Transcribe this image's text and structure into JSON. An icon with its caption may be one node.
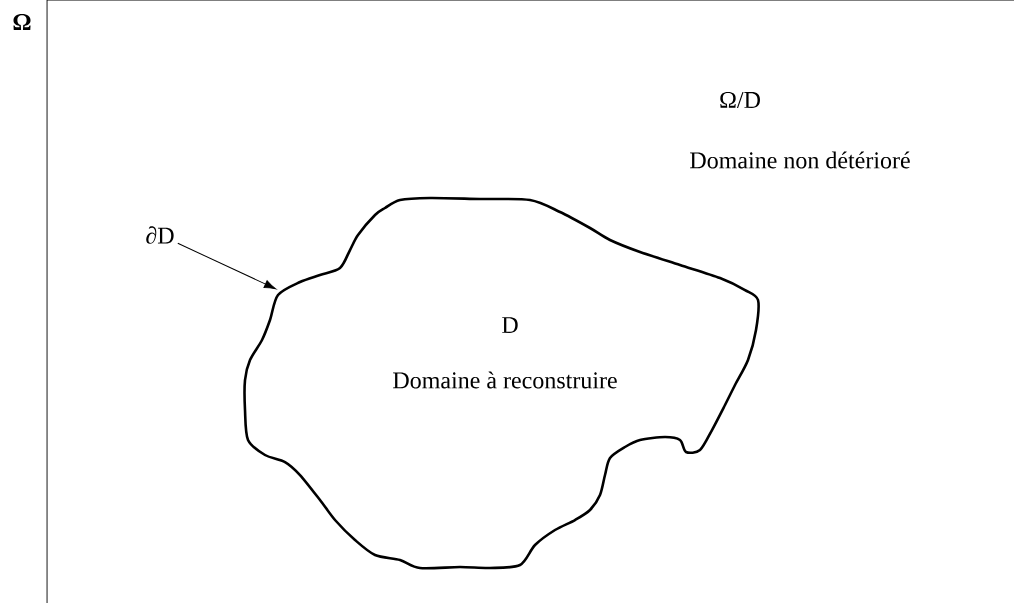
{
  "diagram": {
    "nodes": [
      {
        "text": [
          "Ω",
          "Ω/D",
          "Domaine non détérioré"
        ]
      },
      {
        "text": [
          "D",
          "Domaine à reconstruire"
        ],
        "in": 0
      },
      {
        "text": [
          "∂D"
        ],
        "in": 0
      }
    ],
    "edges": [
      {
        "from": 2,
        "to": 1,
        "arrow": "to"
      }
    ]
  }
}
